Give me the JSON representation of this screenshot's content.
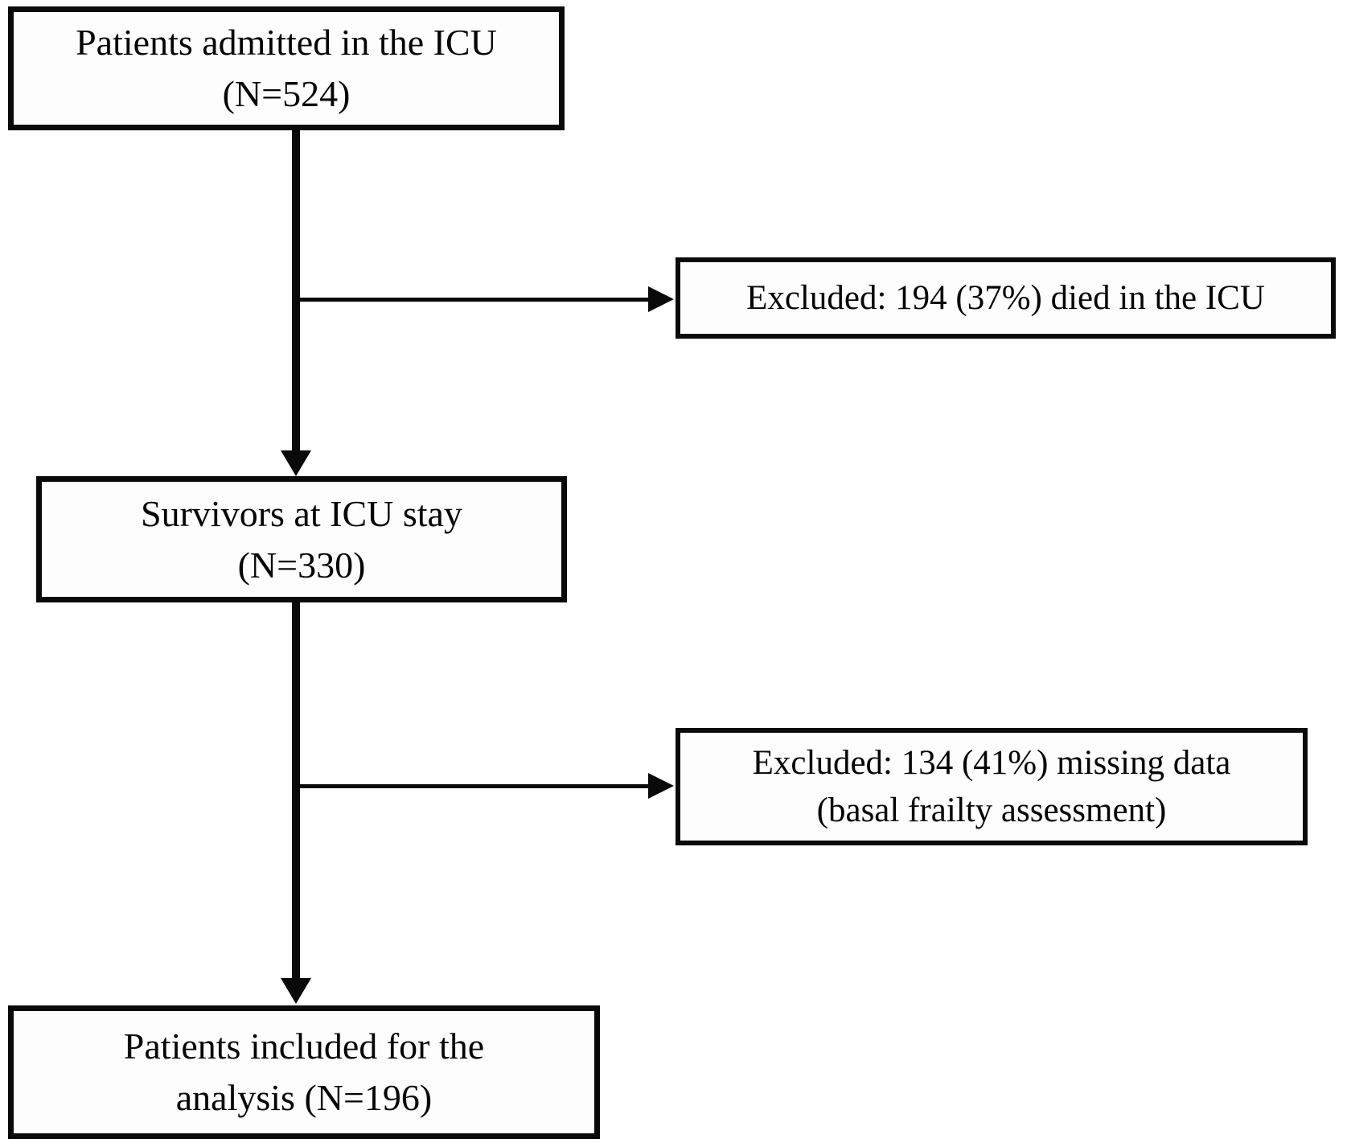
{
  "figure": {
    "background_color": "#fefefe",
    "border_color": "#0a0a0a",
    "text_color": "#050505"
  },
  "boxes": {
    "admitted": {
      "line1": "Patients admitted in the ICU",
      "line2": "(N=524)",
      "n": 524
    },
    "excluded_died": {
      "line1": "Excluded: 194 (37%) died in the ICU",
      "n_excluded": 194,
      "percent": "37%"
    },
    "survivors": {
      "line1": "Survivors at ICU stay",
      "line2": "(N=330)",
      "n": 330
    },
    "excluded_missing": {
      "line1": "Excluded: 134 (41%) missing data",
      "line2": "(basal frailty assessment)",
      "n_excluded": 134,
      "percent": "41%"
    },
    "included": {
      "line1": "Patients included for the",
      "line2": "analysis (N=196)",
      "n": 196
    }
  }
}
